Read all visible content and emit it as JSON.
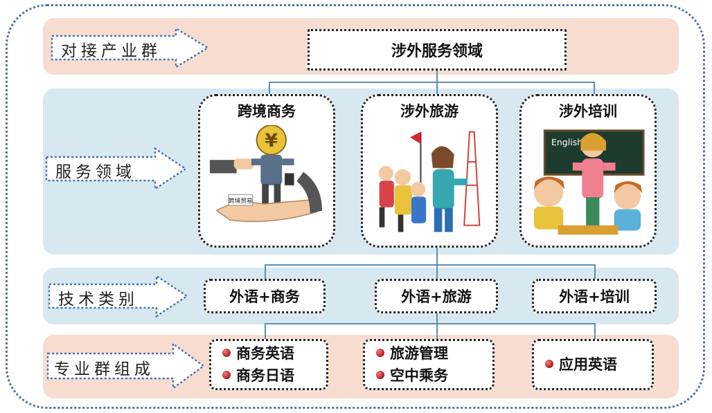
{
  "rows": {
    "industry": "对接产业群",
    "service": "服务领域",
    "tech": "技术类别",
    "major": "专业群组成"
  },
  "domain_title": "涉外服务领域",
  "cards": [
    {
      "title": "跨境商务",
      "img_text": "跨境贸易"
    },
    {
      "title": "涉外旅游"
    },
    {
      "title": "涉外培训",
      "img_text": "English"
    }
  ],
  "tech": [
    "外语+商务",
    "外语+旅游",
    "外语+培训"
  ],
  "majors": [
    [
      "商务英语",
      "商务日语"
    ],
    [
      "旅游管理",
      "空中乘务"
    ],
    [
      "应用英语"
    ]
  ],
  "colors": {
    "peach_band": "#f7ddd0",
    "blue_band": "#d7e8f0",
    "connector": "#5d8fb0",
    "bullet": "#c02020"
  }
}
